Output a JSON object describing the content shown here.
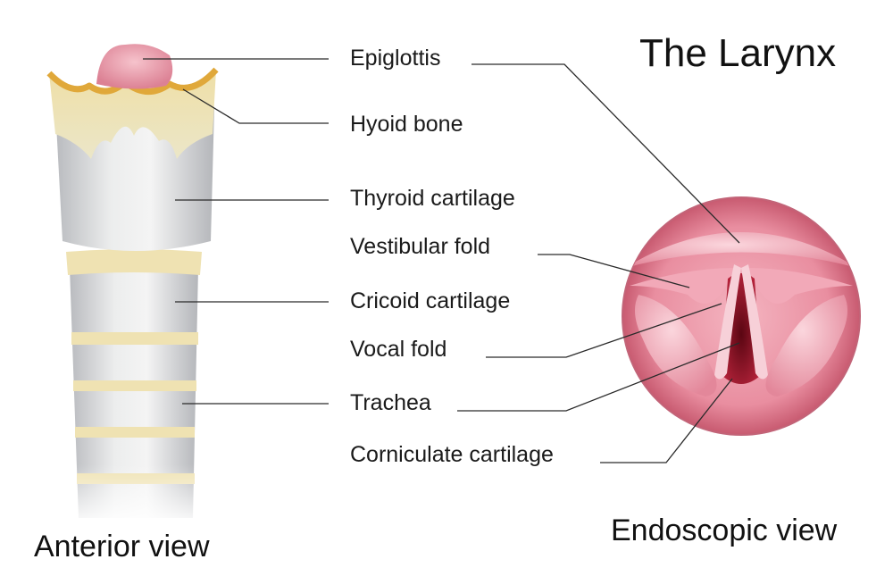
{
  "title": "The Larynx",
  "labels": {
    "epiglottis": "Epiglottis",
    "hyoid_bone": "Hyoid bone",
    "thyroid_cartilage": "Thyroid cartilage",
    "vestibular_fold": "Vestibular fold",
    "cricoid_cartilage": "Cricoid cartilage",
    "vocal_fold": "Vocal fold",
    "trachea": "Trachea",
    "corniculate_cartilage": "Corniculate cartilage"
  },
  "views": {
    "anterior": "Anterior view",
    "endoscopic": "Endoscopic view"
  },
  "colors": {
    "cartilage_gray": "#d6d7d9",
    "hyoid_yellow": "#e8dca8",
    "hyoid_rim": "#e0a83a",
    "epiglottis_pink": "#e79aa8",
    "mucosa_pink": "#e77f92",
    "airway_dark": "#8a0f1f",
    "leader_line": "#2a2a2a"
  }
}
